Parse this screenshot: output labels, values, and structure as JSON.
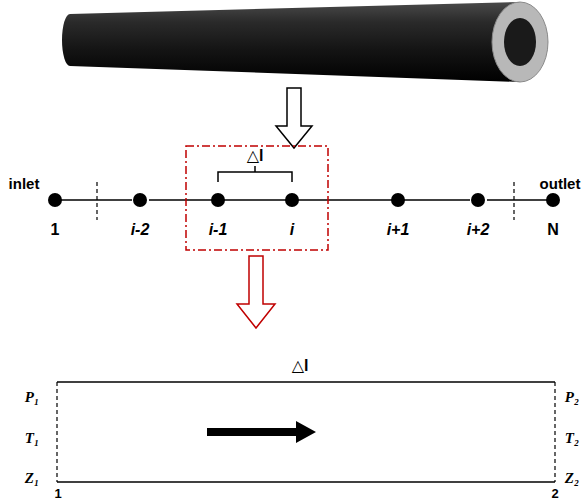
{
  "diagram": {
    "labels": [
      "inlet",
      "outlet",
      "1",
      "i-2",
      "i-1",
      "i",
      "i+1",
      "i+2",
      "N",
      "△l",
      "△l",
      "P₁",
      "T₁",
      "Z₁",
      "P₂",
      "T₂",
      "Z₂",
      "1",
      "2"
    ]
  }
}
